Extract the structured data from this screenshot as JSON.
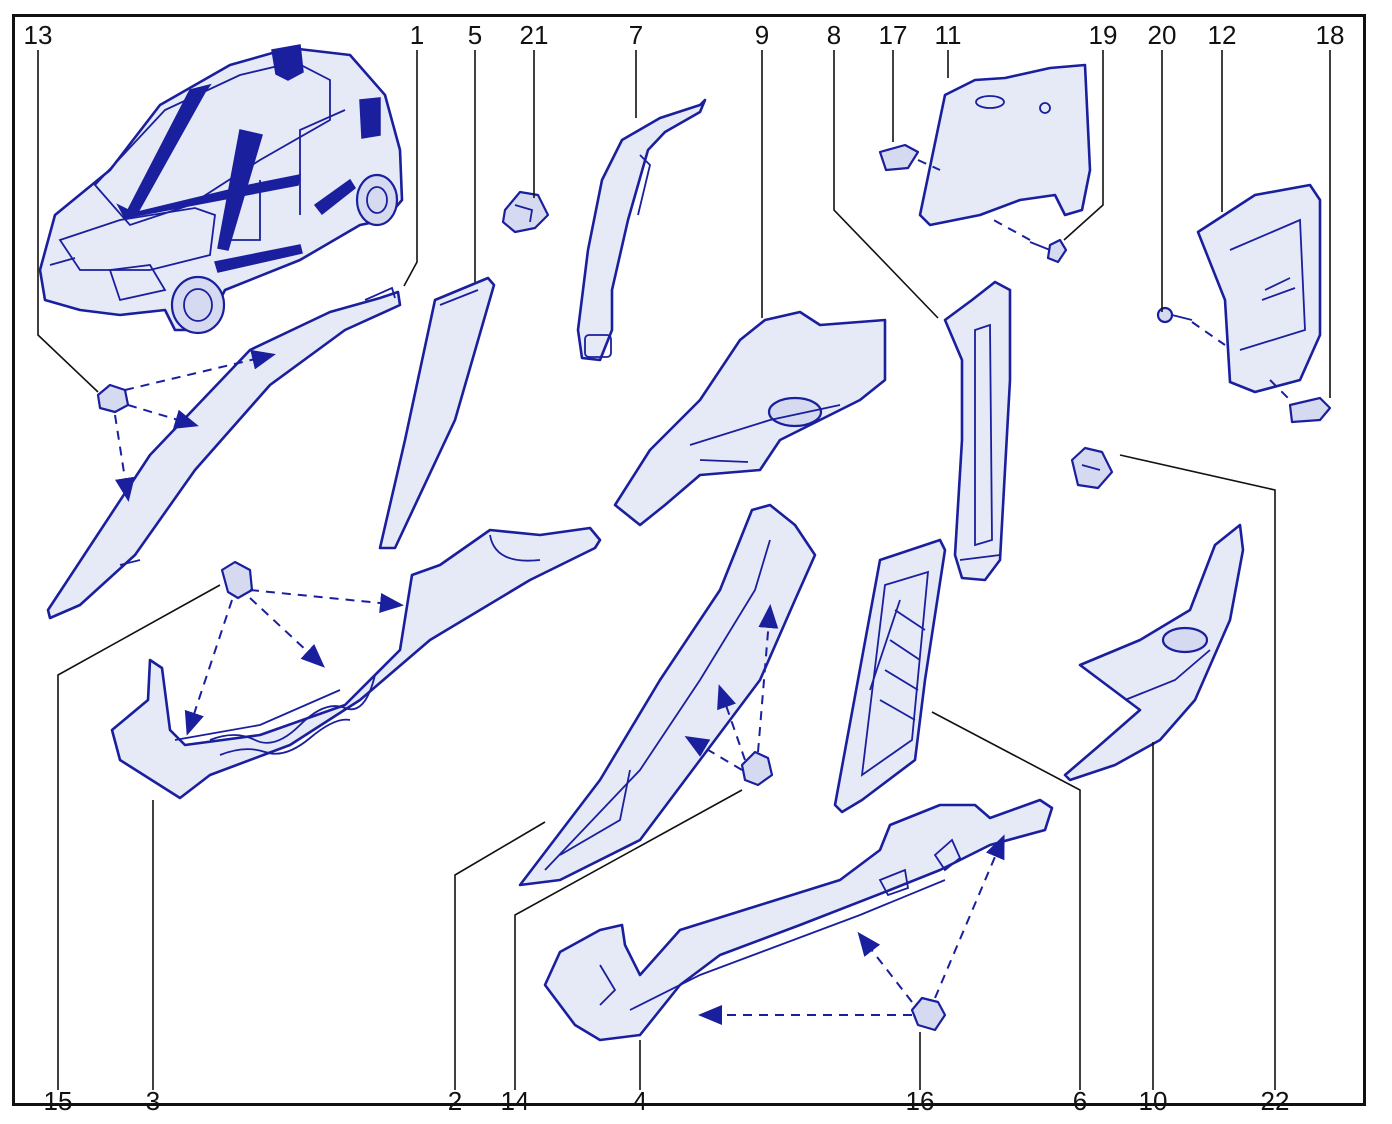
{
  "diagram": {
    "callouts": [
      "13",
      "1",
      "5",
      "21",
      "7",
      "9",
      "8",
      "17",
      "11",
      "19",
      "20",
      "12",
      "18",
      "15",
      "3",
      "2",
      "14",
      "4",
      "16",
      "6",
      "10",
      "22"
    ],
    "colors": {
      "line_art": "#1a1f9e",
      "fill": "#e6e9f6",
      "labels": "#111111",
      "frame": "#111111"
    }
  }
}
